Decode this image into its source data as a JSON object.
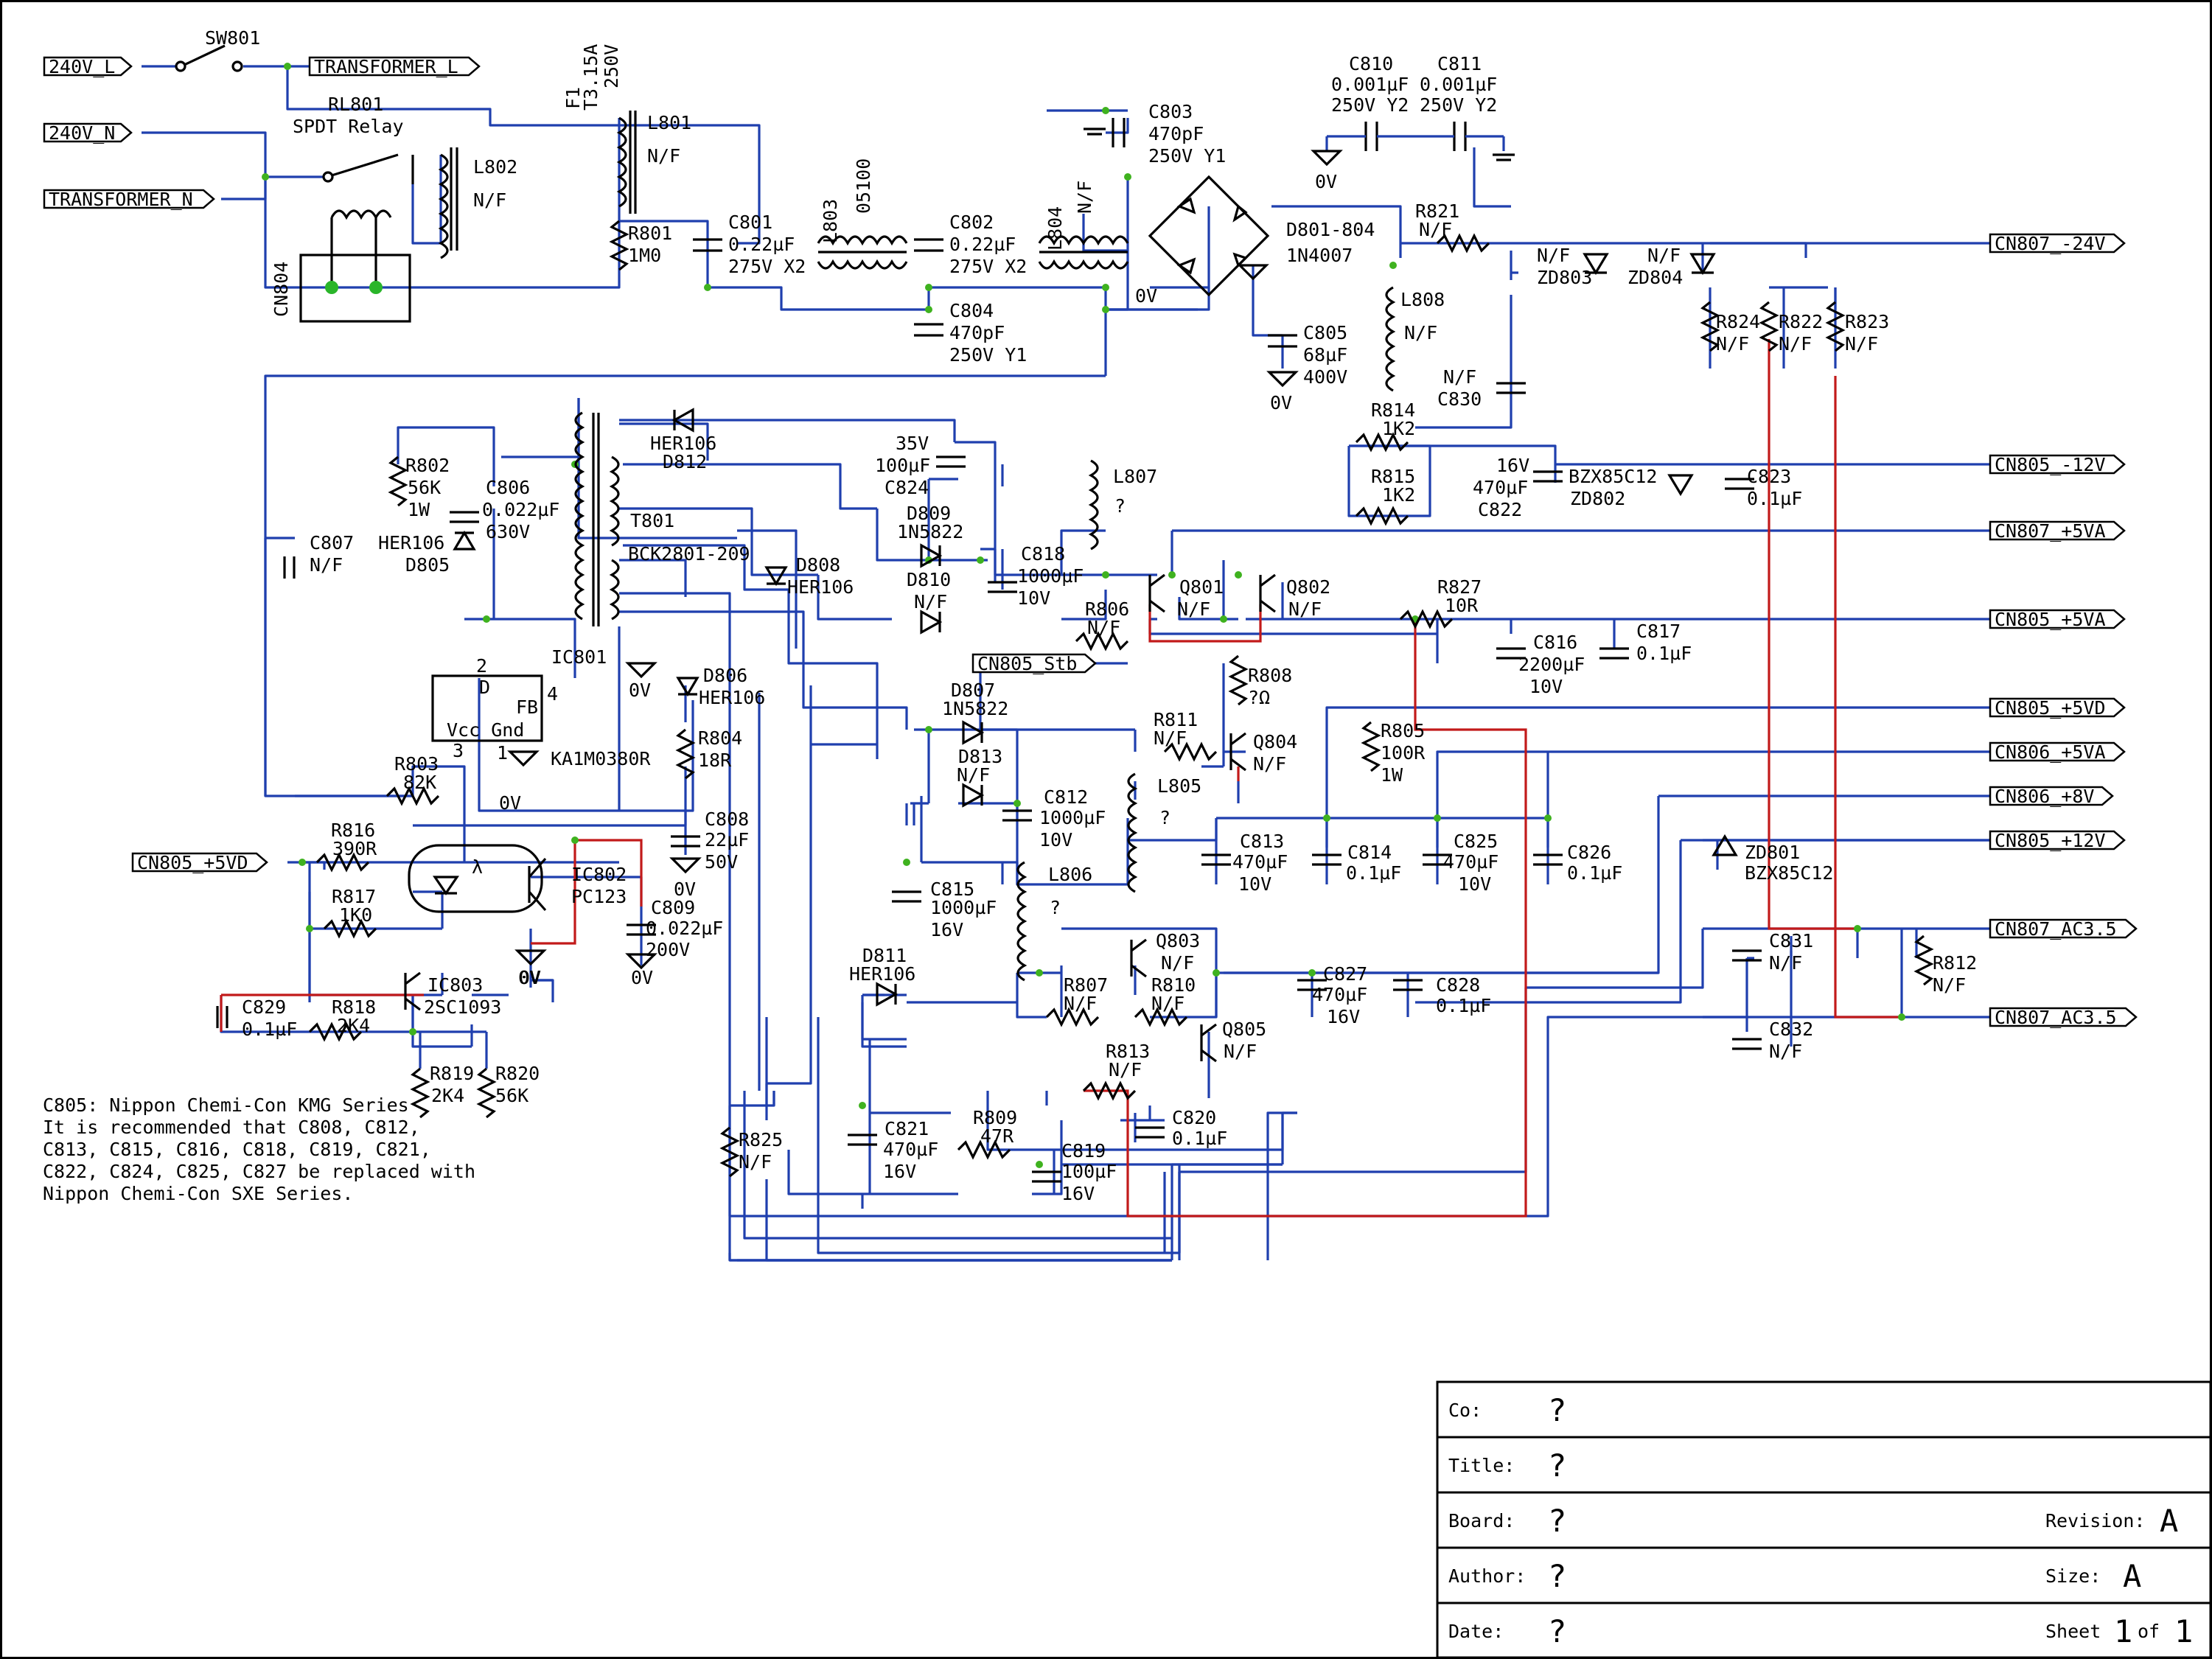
{
  "ports": [
    {
      "id": "p240l",
      "label": "240V_L"
    },
    {
      "id": "p240n",
      "label": "240V_N"
    },
    {
      "id": "ptrl",
      "label": "TRANSFORMER_L"
    },
    {
      "id": "ptrn",
      "label": "TRANSFORMER_N"
    },
    {
      "id": "pn24",
      "label": "CN807_-24V"
    },
    {
      "id": "pn12",
      "label": "CN805_-12V"
    },
    {
      "id": "p5va7",
      "label": "CN807_+5VA"
    },
    {
      "id": "p5va5",
      "label": "CN805_+5VA"
    },
    {
      "id": "p5vd5",
      "label": "CN805_+5VD"
    },
    {
      "id": "p5va6",
      "label": "CN806_+5VA"
    },
    {
      "id": "p8v6",
      "label": "CN806_+8V"
    },
    {
      "id": "p12v5",
      "label": "CN805_+12V"
    },
    {
      "id": "pac1",
      "label": "CN807_AC3.5"
    },
    {
      "id": "pac2",
      "label": "CN807_AC3.5"
    },
    {
      "id": "pstb",
      "label": "CN805_Stb"
    },
    {
      "id": "p5vdin",
      "label": "CN805_+5VD"
    }
  ],
  "labels": [
    {
      "id": "t1",
      "text": "SW801"
    },
    {
      "id": "t2",
      "text": "RL801"
    },
    {
      "id": "t3",
      "text": "SPDT Relay"
    },
    {
      "id": "t4",
      "text": "L802"
    },
    {
      "id": "t5",
      "text": "N/F"
    },
    {
      "id": "t6",
      "text": "CN804"
    },
    {
      "id": "t7",
      "text": "F1"
    },
    {
      "id": "t8",
      "text": "T3.15A"
    },
    {
      "id": "t9",
      "text": "250V"
    },
    {
      "id": "t10",
      "text": "L801"
    },
    {
      "id": "t11",
      "text": "N/F"
    },
    {
      "id": "t12",
      "text": "R801"
    },
    {
      "id": "t13",
      "text": "1M0"
    },
    {
      "id": "t14",
      "text": "C801"
    },
    {
      "id": "t15",
      "text": "0.22µF"
    },
    {
      "id": "t16",
      "text": "275V X2"
    },
    {
      "id": "t17",
      "text": "L803"
    },
    {
      "id": "t18",
      "text": "05100"
    },
    {
      "id": "t19",
      "text": "C802"
    },
    {
      "id": "t20",
      "text": "0.22µF"
    },
    {
      "id": "t21",
      "text": "275V X2"
    },
    {
      "id": "t22",
      "text": "L804"
    },
    {
      "id": "t23",
      "text": "N/F"
    },
    {
      "id": "t24",
      "text": "C803"
    },
    {
      "id": "t25",
      "text": "470pF"
    },
    {
      "id": "t26",
      "text": "250V Y1"
    },
    {
      "id": "t27",
      "text": "C804"
    },
    {
      "id": "t28",
      "text": "470pF"
    },
    {
      "id": "t29",
      "text": "250V Y1"
    },
    {
      "id": "t30",
      "text": "0V"
    },
    {
      "id": "t31",
      "text": "D801-804"
    },
    {
      "id": "t32",
      "text": "1N4007"
    },
    {
      "id": "t33",
      "text": "C805"
    },
    {
      "id": "t34",
      "text": "68µF"
    },
    {
      "id": "t35",
      "text": "400V"
    },
    {
      "id": "t36",
      "text": "0V"
    },
    {
      "id": "t37",
      "text": "C810"
    },
    {
      "id": "t38",
      "text": "0.001µF"
    },
    {
      "id": "t39",
      "text": "250V Y2"
    },
    {
      "id": "t40",
      "text": "C811"
    },
    {
      "id": "t41",
      "text": "0.001µF"
    },
    {
      "id": "t42",
      "text": "250V Y2"
    },
    {
      "id": "t43",
      "text": "0V"
    },
    {
      "id": "t44",
      "text": "R821"
    },
    {
      "id": "t45",
      "text": "N/F"
    },
    {
      "id": "t46",
      "text": "N/F"
    },
    {
      "id": "t47",
      "text": "ZD803"
    },
    {
      "id": "t48",
      "text": "N/F"
    },
    {
      "id": "t49",
      "text": "ZD804"
    },
    {
      "id": "t50",
      "text": "L808"
    },
    {
      "id": "t51",
      "text": "N/F"
    },
    {
      "id": "t52",
      "text": "R824"
    },
    {
      "id": "t53",
      "text": "N/F"
    },
    {
      "id": "t54",
      "text": "R822"
    },
    {
      "id": "t55",
      "text": "N/F"
    },
    {
      "id": "t56",
      "text": "R823"
    },
    {
      "id": "t57",
      "text": "N/F"
    },
    {
      "id": "t58",
      "text": "N/F"
    },
    {
      "id": "t59",
      "text": "C830"
    },
    {
      "id": "t60",
      "text": "R814"
    },
    {
      "id": "t61",
      "text": "1K2"
    },
    {
      "id": "t62",
      "text": "R815"
    },
    {
      "id": "t63",
      "text": "1K2"
    },
    {
      "id": "t64",
      "text": "16V"
    },
    {
      "id": "t65",
      "text": "470µF"
    },
    {
      "id": "t66",
      "text": "C822"
    },
    {
      "id": "t67",
      "text": "BZX85C12"
    },
    {
      "id": "t68",
      "text": "ZD802"
    },
    {
      "id": "t69",
      "text": "C823"
    },
    {
      "id": "t70",
      "text": "0.1µF"
    },
    {
      "id": "t71",
      "text": "HER106"
    },
    {
      "id": "t72",
      "text": "D812"
    },
    {
      "id": "t73",
      "text": "35V"
    },
    {
      "id": "t74",
      "text": "100µF"
    },
    {
      "id": "t75",
      "text": "C824"
    },
    {
      "id": "t76",
      "text": "L807"
    },
    {
      "id": "t77",
      "text": "?"
    },
    {
      "id": "t78",
      "text": "R802"
    },
    {
      "id": "t79",
      "text": "56K"
    },
    {
      "id": "t80",
      "text": "1W"
    },
    {
      "id": "t81",
      "text": "C806"
    },
    {
      "id": "t82",
      "text": "0.022µF"
    },
    {
      "id": "t83",
      "text": "630V"
    },
    {
      "id": "t84",
      "text": "HER106"
    },
    {
      "id": "t85",
      "text": "D805"
    },
    {
      "id": "t86",
      "text": "C807"
    },
    {
      "id": "t87",
      "text": "N/F"
    },
    {
      "id": "t88",
      "text": "T801"
    },
    {
      "id": "t89",
      "text": "BCK2801-209"
    },
    {
      "id": "t90",
      "text": "D809"
    },
    {
      "id": "t91",
      "text": "1N5822"
    },
    {
      "id": "t92",
      "text": "D810"
    },
    {
      "id": "t93",
      "text": "N/F"
    },
    {
      "id": "t94",
      "text": "C818"
    },
    {
      "id": "t95",
      "text": "1000µF"
    },
    {
      "id": "t96",
      "text": "10V"
    },
    {
      "id": "t97",
      "text": "D808"
    },
    {
      "id": "t98",
      "text": "HER106"
    },
    {
      "id": "t99",
      "text": "Q801"
    },
    {
      "id": "t100",
      "text": "N/F"
    },
    {
      "id": "t101",
      "text": "Q802"
    },
    {
      "id": "t102",
      "text": "N/F"
    },
    {
      "id": "t103",
      "text": "R806"
    },
    {
      "id": "t104",
      "text": "N/F"
    },
    {
      "id": "t105",
      "text": "R827"
    },
    {
      "id": "t106",
      "text": "10R"
    },
    {
      "id": "t107",
      "text": "C816"
    },
    {
      "id": "t108",
      "text": "2200µF"
    },
    {
      "id": "t109",
      "text": "10V"
    },
    {
      "id": "t110",
      "text": "C817"
    },
    {
      "id": "t111",
      "text": "0.1µF"
    },
    {
      "id": "t112",
      "text": "IC801"
    },
    {
      "id": "t113",
      "text": "0V"
    },
    {
      "id": "t114",
      "text": "D806"
    },
    {
      "id": "t115",
      "text": "HER106"
    },
    {
      "id": "t116",
      "text": "R808"
    },
    {
      "id": "t117",
      "text": "?Ω"
    },
    {
      "id": "t118",
      "text": "D807"
    },
    {
      "id": "t119",
      "text": "1N5822"
    },
    {
      "id": "t120",
      "text": "R811"
    },
    {
      "id": "t121",
      "text": "N/F"
    },
    {
      "id": "t122",
      "text": "Q804"
    },
    {
      "id": "t123",
      "text": "N/F"
    },
    {
      "id": "t124",
      "text": "R805"
    },
    {
      "id": "t125",
      "text": "100R"
    },
    {
      "id": "t126",
      "text": "1W"
    },
    {
      "id": "t127",
      "text": "D"
    },
    {
      "id": "t128",
      "text": "FB"
    },
    {
      "id": "t129",
      "text": "Vcc Gnd"
    },
    {
      "id": "t130",
      "text": "2"
    },
    {
      "id": "t131",
      "text": "4"
    },
    {
      "id": "t132",
      "text": "3"
    },
    {
      "id": "t133",
      "text": "1"
    },
    {
      "id": "t134",
      "text": "KA1M0380R"
    },
    {
      "id": "t135",
      "text": "0V"
    },
    {
      "id": "t136",
      "text": "R804"
    },
    {
      "id": "t137",
      "text": "18R"
    },
    {
      "id": "t138",
      "text": "D813"
    },
    {
      "id": "t139",
      "text": "N/F"
    },
    {
      "id": "t140",
      "text": "C812"
    },
    {
      "id": "t141",
      "text": "1000µF"
    },
    {
      "id": "t142",
      "text": "10V"
    },
    {
      "id": "t143",
      "text": "L805"
    },
    {
      "id": "t144",
      "text": "?"
    },
    {
      "id": "t145",
      "text": "R803"
    },
    {
      "id": "t146",
      "text": "82K"
    },
    {
      "id": "t147",
      "text": "C808"
    },
    {
      "id": "t148",
      "text": "22µF"
    },
    {
      "id": "t149",
      "text": "50V"
    },
    {
      "id": "t150",
      "text": "0V"
    },
    {
      "id": "t151",
      "text": "C813"
    },
    {
      "id": "t152",
      "text": "470µF"
    },
    {
      "id": "t153",
      "text": "10V"
    },
    {
      "id": "t154",
      "text": "C814"
    },
    {
      "id": "t155",
      "text": "0.1µF"
    },
    {
      "id": "t156",
      "text": "C825"
    },
    {
      "id": "t157",
      "text": "470µF"
    },
    {
      "id": "t158",
      "text": "10V"
    },
    {
      "id": "t159",
      "text": "C826"
    },
    {
      "id": "t160",
      "text": "0.1µF"
    },
    {
      "id": "t161",
      "text": "ZD801"
    },
    {
      "id": "t162",
      "text": "BZX85C12"
    },
    {
      "id": "t163",
      "text": "R816"
    },
    {
      "id": "t164",
      "text": "390R"
    },
    {
      "id": "t165",
      "text": "IC802"
    },
    {
      "id": "t166",
      "text": "PC123"
    },
    {
      "id": "t167",
      "text": "C809"
    },
    {
      "id": "t168",
      "text": "0.022µF"
    },
    {
      "id": "t169",
      "text": "200V"
    },
    {
      "id": "t170",
      "text": "0V"
    },
    {
      "id": "t171",
      "text": "R817"
    },
    {
      "id": "t172",
      "text": "1K0"
    },
    {
      "id": "t173",
      "text": "0V"
    },
    {
      "id": "t174",
      "text": "C815"
    },
    {
      "id": "t175",
      "text": "1000µF"
    },
    {
      "id": "t176",
      "text": "16V"
    },
    {
      "id": "t177",
      "text": "L806"
    },
    {
      "id": "t178",
      "text": "?"
    },
    {
      "id": "t179",
      "text": "C831"
    },
    {
      "id": "t180",
      "text": "N/F"
    },
    {
      "id": "t181",
      "text": "R812"
    },
    {
      "id": "t182",
      "text": "N/F"
    },
    {
      "id": "t183",
      "text": "C832"
    },
    {
      "id": "t184",
      "text": "N/F"
    },
    {
      "id": "t185",
      "text": "IC803"
    },
    {
      "id": "t186",
      "text": "2SC1093"
    },
    {
      "id": "t187",
      "text": "C829"
    },
    {
      "id": "t188",
      "text": "0.1µF"
    },
    {
      "id": "t189",
      "text": "R818"
    },
    {
      "id": "t190",
      "text": "2K4"
    },
    {
      "id": "t191",
      "text": "R819"
    },
    {
      "id": "t192",
      "text": "2K4"
    },
    {
      "id": "t193",
      "text": "R820"
    },
    {
      "id": "t194",
      "text": "56K"
    },
    {
      "id": "t195",
      "text": "D811"
    },
    {
      "id": "t196",
      "text": "HER106"
    },
    {
      "id": "t197",
      "text": "Q803"
    },
    {
      "id": "t198",
      "text": "N/F"
    },
    {
      "id": "t199",
      "text": "R807"
    },
    {
      "id": "t200",
      "text": "N/F"
    },
    {
      "id": "t201",
      "text": "R810"
    },
    {
      "id": "t202",
      "text": "N/F"
    },
    {
      "id": "t203",
      "text": "C827"
    },
    {
      "id": "t204",
      "text": "470µF"
    },
    {
      "id": "t205",
      "text": "16V"
    },
    {
      "id": "t206",
      "text": "C828"
    },
    {
      "id": "t207",
      "text": "0.1µF"
    },
    {
      "id": "t208",
      "text": "Q805"
    },
    {
      "id": "t209",
      "text": "N/F"
    },
    {
      "id": "t210",
      "text": "R813"
    },
    {
      "id": "t211",
      "text": "N/F"
    },
    {
      "id": "t212",
      "text": "C820"
    },
    {
      "id": "t213",
      "text": "0.1µF"
    },
    {
      "id": "t214",
      "text": "R825"
    },
    {
      "id": "t215",
      "text": "N/F"
    },
    {
      "id": "t216",
      "text": "C821"
    },
    {
      "id": "t217",
      "text": "470µF"
    },
    {
      "id": "t218",
      "text": "16V"
    },
    {
      "id": "t219",
      "text": "R809"
    },
    {
      "id": "t220",
      "text": "47R"
    },
    {
      "id": "t221",
      "text": "C819"
    },
    {
      "id": "t222",
      "text": "100µF"
    },
    {
      "id": "t223",
      "text": "16V"
    },
    {
      "id": "t224",
      "text": "0V"
    },
    {
      "id": "t225",
      "text": "λ"
    }
  ],
  "note": [
    "C805: Nippon Chemi-Con KMG Series",
    "It is recommended that C808, C812,",
    "C813, C815, C816, C818, C819, C821,",
    "C822, C824, C825, C827 be replaced with",
    "Nippon Chemi-Con SXE Series."
  ],
  "title_block": {
    "co_label": "Co:",
    "co_value": "?",
    "title_label": "Title:",
    "title_value": "?",
    "board_label": "Board:",
    "board_value": "?",
    "revision_label": "Revision:",
    "revision_value": "A",
    "author_label": "Author:",
    "author_value": "?",
    "size_label": "Size:",
    "size_value": "A",
    "date_label": "Date:",
    "date_value": "?",
    "sheet_label": "Sheet",
    "sheet_num": "1",
    "sheet_of": "of",
    "sheet_total": "1"
  },
  "colors": {
    "wire": "#1f3fae",
    "net_red": "#c21a1a",
    "junction": "#3fb21f",
    "ink": "#000000"
  }
}
